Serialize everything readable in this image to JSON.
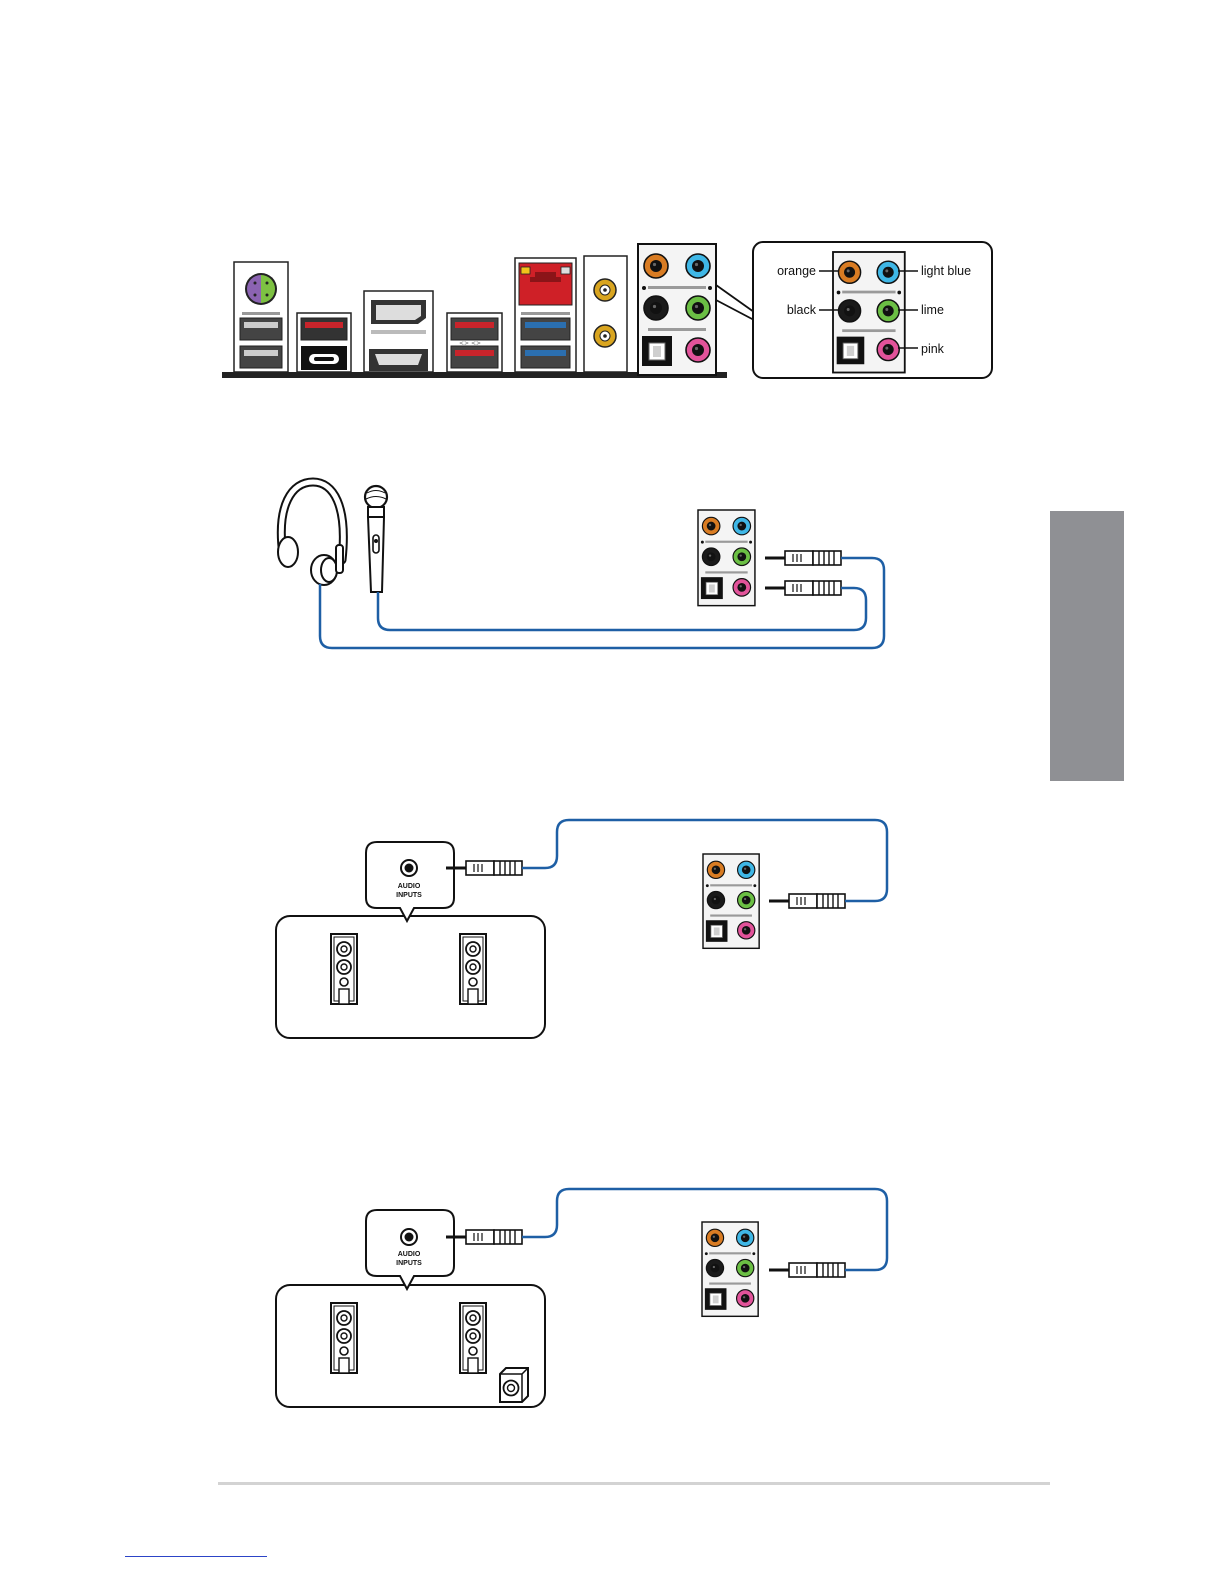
{
  "colors": {
    "orange": "#d97c23",
    "light_blue": "#3fb7e6",
    "black": "#1a1a1a",
    "lime": "#6bbf44",
    "pink": "#e2539a",
    "cable": "#1e5fa5",
    "usb3_blue": "#2b6fb0",
    "usb_red": "#c8242b",
    "lan_red": "#cf2027",
    "ps2_purple": "#8b63b2",
    "ps2_green": "#7dc142",
    "side_tab": "#8f9094"
  },
  "audio_legend": {
    "orange": "orange",
    "light_blue": "light blue",
    "black": "black",
    "lime": "lime",
    "pink": "pink"
  },
  "speaker_2ch": {
    "label_line1": "AUDIO",
    "label_line2": "INPUTS"
  },
  "speaker_21ch": {
    "label_line1": "AUDIO",
    "label_line2": "INPUTS"
  },
  "icons": [
    "headphone-icon",
    "microphone-icon",
    "speaker-icon",
    "subwoofer-icon",
    "audio-jack-panel-icon",
    "audio-plug-icon"
  ]
}
